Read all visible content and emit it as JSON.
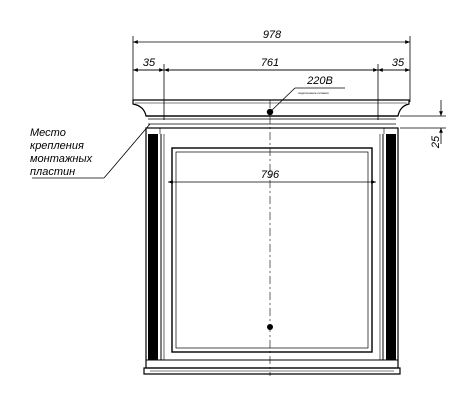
{
  "dimensions": {
    "total_width": "978",
    "side_left": "35",
    "inner_width": "761",
    "side_right": "35",
    "mirror_width": "796",
    "top_height": "25"
  },
  "annotations": {
    "power_label": "220В",
    "power_note": "подключение питания",
    "mount_label_line1": "Место",
    "mount_label_line2": "крепления",
    "mount_label_line3": "монтажных",
    "mount_label_line4": "пластин"
  },
  "colors": {
    "line": "#000000",
    "background": "#ffffff"
  }
}
